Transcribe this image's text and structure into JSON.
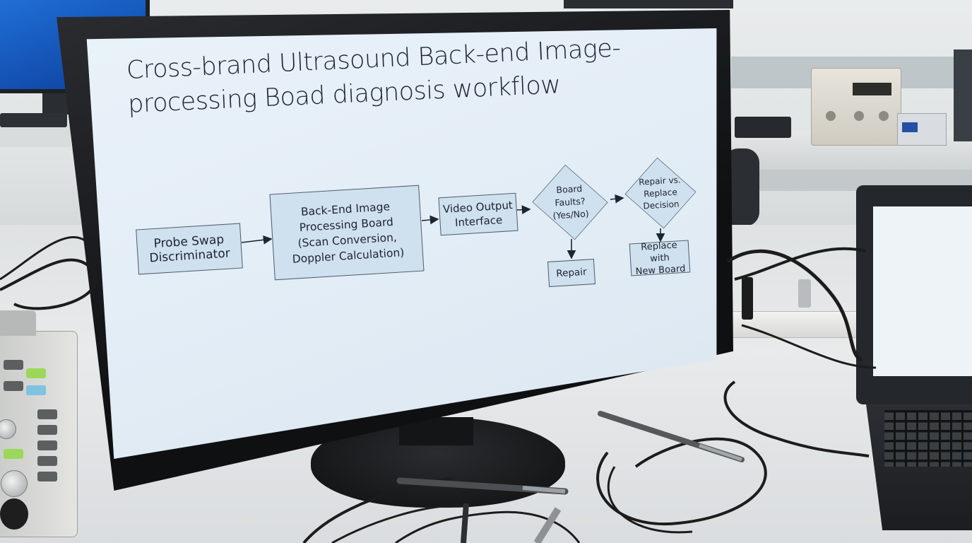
{
  "slide": {
    "title": "Cross-brand Ultrasound Back-end Image-processing Boad diagnosis workflow",
    "nodes": {
      "probe": "Probe Swap\nDiscriminator",
      "backend": "Back-End Image\nProcessing Board\n(Scan Conversion,\nDoppler Calculation)",
      "video": "Video Output\nInterface",
      "faults": "Board\nFaults?\n(Yes/No)",
      "decision": "Repair vs.\nReplace\nDecision",
      "repair": "Repair",
      "replace": "Replace with\nNew Board"
    }
  },
  "colors": {
    "screen_bg": "#e3edf6",
    "node_fill": "#cfe0ee",
    "node_border": "#4e5c6e",
    "text": "#1d2432"
  }
}
